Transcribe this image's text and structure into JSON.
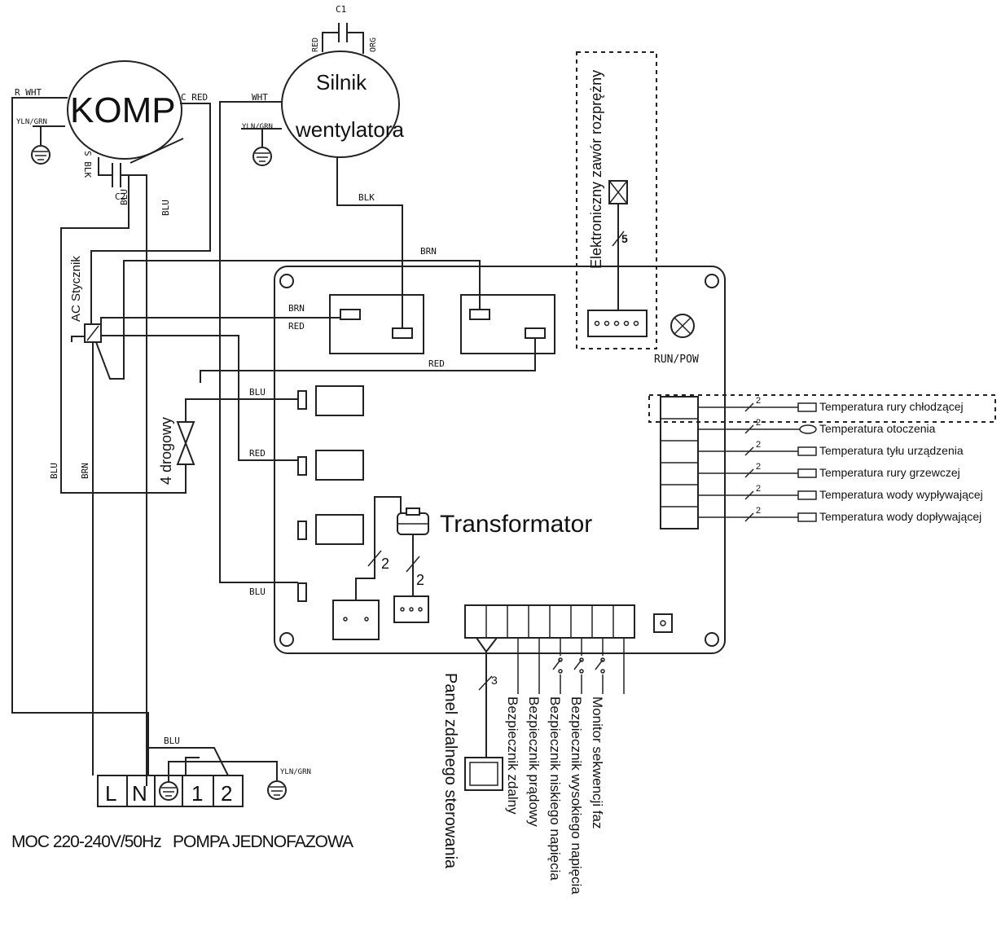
{
  "components": {
    "compressor": "KOMP",
    "fan_motor_line1": "Silnik",
    "fan_motor_line2": "wentylatora",
    "capacitor1": "C1",
    "capacitor2": "C2",
    "contactor": "AC Stycznik",
    "four_way_valve": "4 drogowy",
    "transformer": "Transformator",
    "expansion_valve": "Elektroniczny zawór rozprężny",
    "run_pow": "RUN/POW",
    "remote_panel": "Panel zdalnego sterowania"
  },
  "wires": {
    "r_wht": "R WHT",
    "c_red": "C RED",
    "s_blk": "S BLK",
    "yln_grn": "YLN/GRN",
    "wht": "WHT",
    "red": "RED",
    "org": "ORG",
    "blk": "BLK",
    "brn": "BRN",
    "blu": "BLU",
    "five": "5",
    "two": "2",
    "three": "3"
  },
  "sensors": [
    "Temperatura rury chłodzącej",
    "Temperatura otoczenia",
    "Temperatura tyłu urządzenia",
    "Temperatura rury grzewczej",
    "Temperatura wody wypływającej",
    "Temperatura wody dopływającej"
  ],
  "protections": [
    "Bezpiecznik zdalny",
    "Bezpiecznik prądowy",
    "Bezpiecznik niskiego napięcia",
    "Bezpiecznik wysokiego napięcia",
    "Monitor sekwencji faz"
  ],
  "terminals": [
    "L",
    "N",
    "1",
    "2"
  ],
  "power_label": "MOC 220-240V/50Hz",
  "pump_label": "POMPA JEDNOFAZOWA"
}
